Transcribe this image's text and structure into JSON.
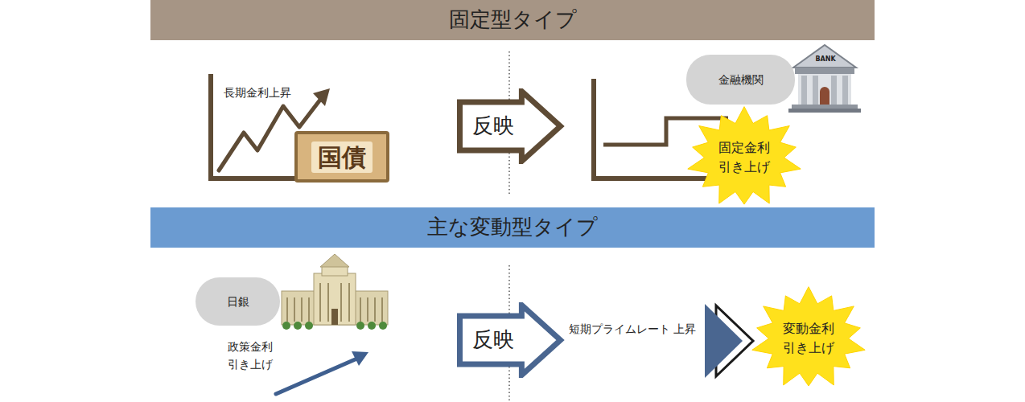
{
  "diagram": {
    "nodes": [
      {
        "text": [
          "固定型タイプ"
        ]
      },
      {
        "text": [
          "国債"
        ]
      },
      {
        "text": [
          "反映"
        ]
      },
      {
        "text": [
          "金融機関"
        ]
      },
      {
        "text": [
          "固定金利 引き上げ"
        ]
      },
      {
        "text": [
          "主な変動型タイプ"
        ]
      },
      {
        "text": [
          "日銀"
        ]
      },
      {
        "text": [
          "反映"
        ]
      },
      {
        "text": [
          "変動金利 引き上げ"
        ]
      }
    ],
    "labels": [
      "長期金利上昇",
      "BANK",
      "政策金利 引き上げ",
      "短期プライムレート 上昇"
    ]
  }
}
